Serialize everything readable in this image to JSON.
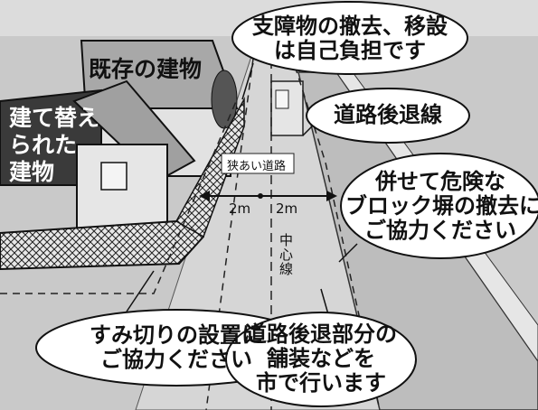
{
  "buildings": {
    "existing": "既存の建物",
    "rebuilt": [
      "建て替え",
      "られた",
      "建物"
    ]
  },
  "road": {
    "narrow_road": "狭あい道路",
    "width_left": "2m",
    "width_right": "2m",
    "centerline": "中心線"
  },
  "callouts": {
    "obstacles": [
      "支障物の撤去、移設",
      "は自己負担です"
    ],
    "setback_line": "道路後退線",
    "block_wall": [
      "併せて危険な",
      "ブロック塀の撤去に",
      "ご協力ください"
    ],
    "corner_cut": [
      "すみ切りの設置に",
      "ご協力ください"
    ],
    "paving": [
      "道路後退部分の",
      "舗装などを",
      "市で行います"
    ]
  },
  "colors": {
    "road": "#d6d6d6",
    "roof": "#a8a8a8",
    "dark_building": "#3a3a3a",
    "outline": "#111111",
    "bubble_fill": "#ffffff"
  }
}
